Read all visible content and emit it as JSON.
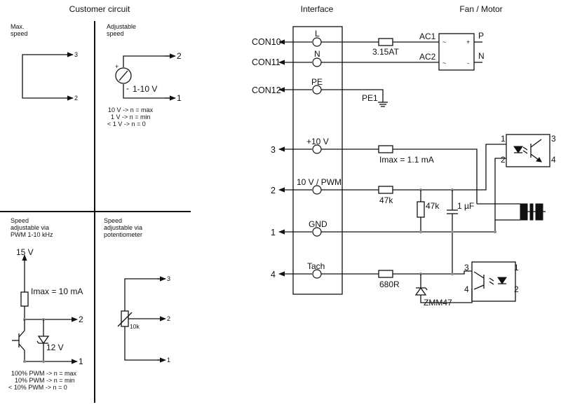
{
  "headers": {
    "customer": "Customer circuit",
    "interface": "Interface",
    "fan": "Fan / Motor"
  },
  "panels": {
    "max_speed": {
      "title1": "Max.",
      "title2": "speed",
      "pin3": "3",
      "pin2": "2"
    },
    "adj_speed": {
      "title1": "Adjustable",
      "title2": "speed",
      "pin2": "2",
      "pin1": "1",
      "plus": "+",
      "minus": "-",
      "source": "1-10 V",
      "note1": "10 V -> n = max",
      "note2": "1 V -> n = min",
      "note3": "< 1 V -> n = 0"
    },
    "pwm": {
      "title1": "Speed",
      "title2": "adjustable via",
      "title3": "PWM 1-10 kHz",
      "supply": "15 V",
      "imax": "Imax = 10 mA",
      "zener": "12 V",
      "pin2": "2",
      "pin1": "1",
      "note1": "100% PWM -> n = max",
      "note2": "10% PWM -> n = min",
      "note3": "< 10% PWM -> n = 0"
    },
    "pot": {
      "title1": "Speed",
      "title2": "adjustable via",
      "title3": "potentiometer",
      "pin3": "3",
      "pin2": "2",
      "pin1": "1",
      "value": "10k"
    }
  },
  "interface": {
    "cons": [
      "CON10",
      "CON11",
      "CON12"
    ],
    "pins": [
      "3",
      "2",
      "1",
      "4"
    ],
    "terms": [
      "L",
      "N",
      "PE",
      "+10 V",
      "10 V / PWM",
      "GND",
      "Tach"
    ]
  },
  "fan": {
    "fuse": "3.15AT",
    "ac1": "AC1",
    "ac2": "AC2",
    "p": "P",
    "n": "N",
    "pe1": "PE1",
    "imax": "Imax = 1.1 mA",
    "r47": "47k",
    "r47b": "47k",
    "cap": "1 µF",
    "r680": "680R",
    "zmm": "ZMM47",
    "oc1": {
      "p1": "1",
      "p2": "2",
      "p3": "3",
      "p4": "4"
    },
    "oc2": {
      "p1": "1",
      "p2": "2",
      "p3": "3",
      "p4": "4"
    },
    "bridge": {
      "tl": "~",
      "tr": "+",
      "bl": "~",
      "br": "-"
    }
  }
}
